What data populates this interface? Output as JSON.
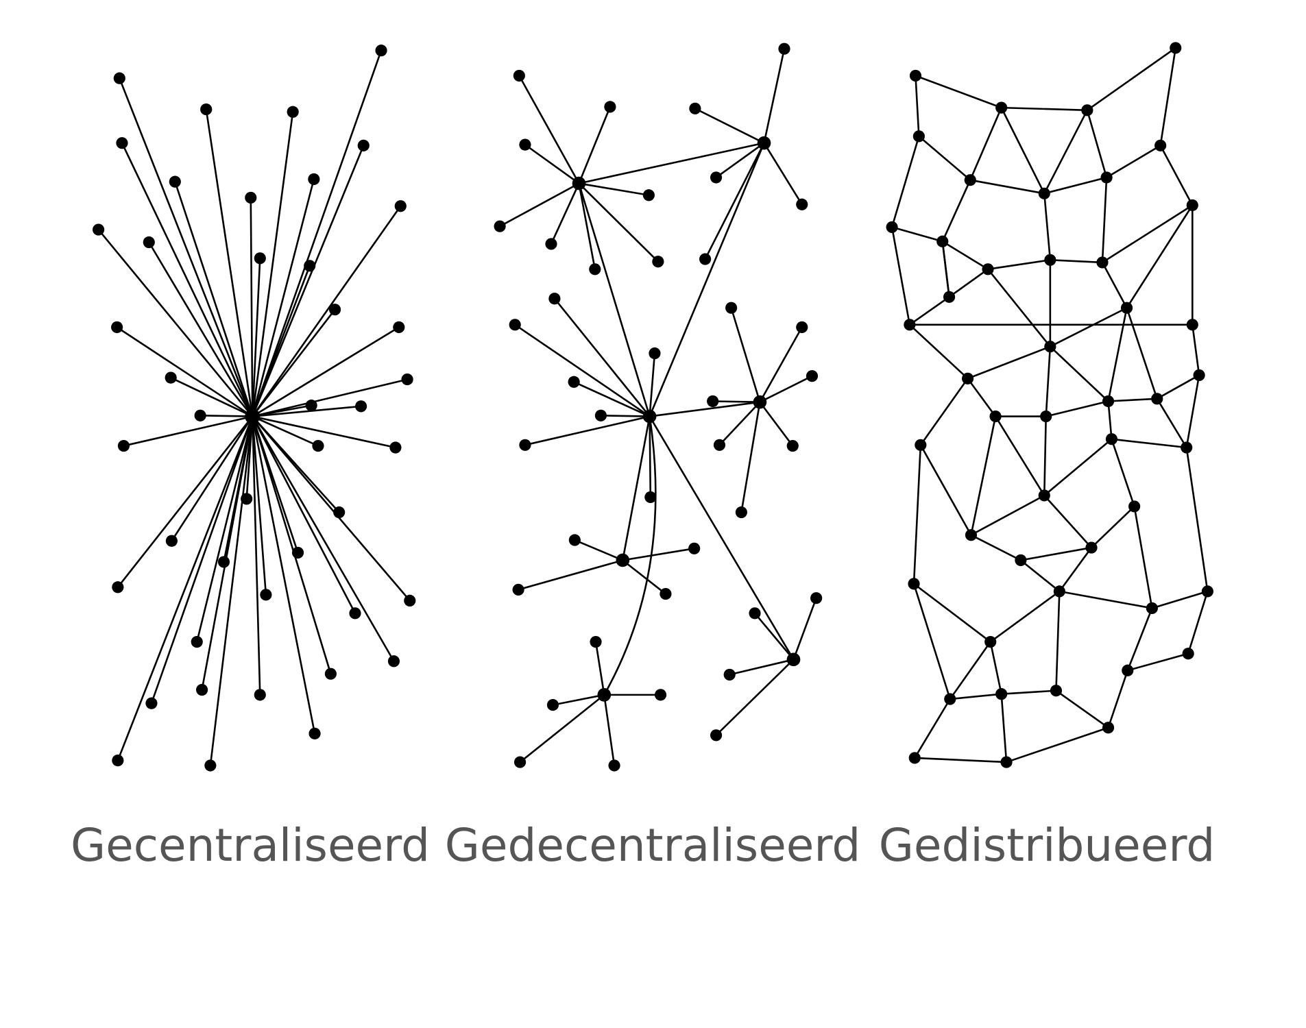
{
  "diagram": {
    "line_color": "#000000",
    "label_color": "#555555",
    "panels": [
      {
        "label": "Gecentraliseerd",
        "topology": "centralized"
      },
      {
        "label": "Gedecentraliseerd",
        "topology": "decentralized"
      },
      {
        "label": "Gedistribueerd",
        "topology": "distributed"
      }
    ]
  }
}
